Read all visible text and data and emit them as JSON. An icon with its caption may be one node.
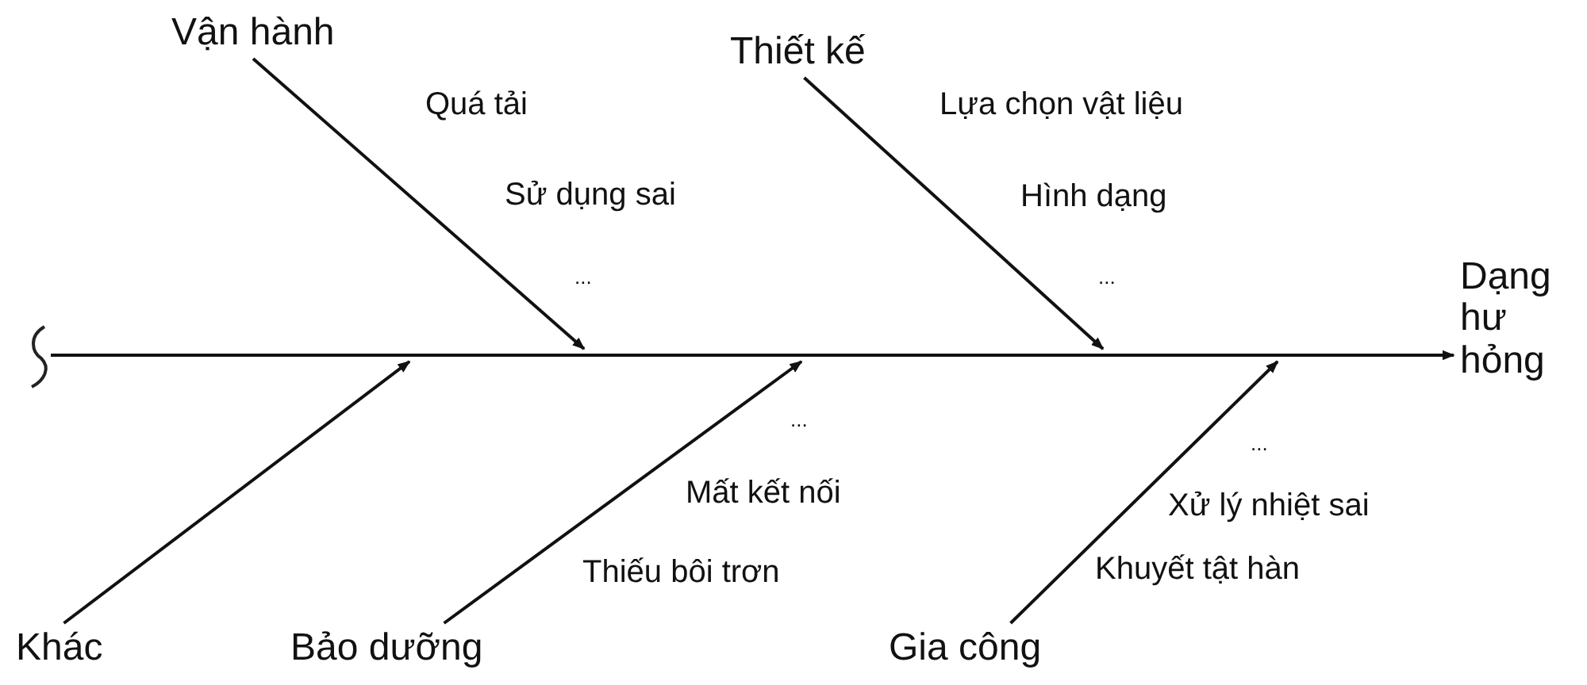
{
  "diagram": {
    "nodes": [
      {
        "text": [
          "Vận hành"
        ],
        "beside": [
          "Quá tải",
          "Sử dụng sai",
          "..."
        ]
      },
      {
        "text": [
          "Thiết kế"
        ],
        "beside": [
          "Lựa chọn vật liệu",
          "Hình dạng",
          "..."
        ]
      },
      {
        "text": [
          "Dạng hư hỏng"
        ]
      },
      {
        "text": [
          "Khác"
        ]
      },
      {
        "text": [
          "Bảo dưỡng"
        ],
        "beside": [
          "...",
          "Mất kết nối",
          "Thiếu bôi trơn"
        ]
      },
      {
        "text": [
          "Gia công"
        ],
        "beside": [
          "...",
          "Xử lý nhiệt sai",
          "Khuyết tật hàn"
        ]
      }
    ],
    "edges": [
      {
        "from": null,
        "to": 2,
        "arrow": "to"
      },
      {
        "from": 0,
        "to": null,
        "arrow": "to"
      },
      {
        "from": 1,
        "to": null,
        "arrow": "to"
      },
      {
        "from": 3,
        "to": null,
        "arrow": "to"
      },
      {
        "from": 4,
        "to": null,
        "arrow": "to"
      },
      {
        "from": 5,
        "to": null,
        "arrow": "to"
      }
    ]
  }
}
